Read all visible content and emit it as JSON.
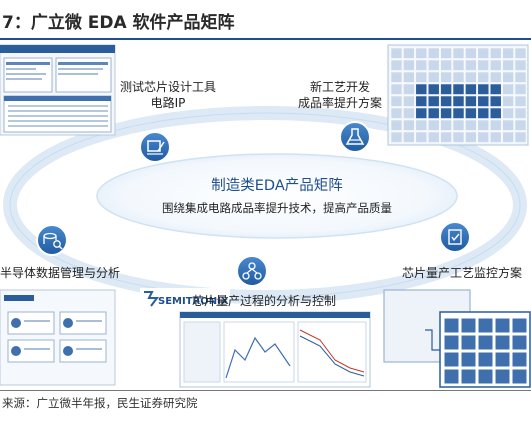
{
  "figure_title": "7：广立微 EDA 软件产品矩阵",
  "center": {
    "title": "制造类EDA产品矩阵",
    "subtitle": "围绕集成电路成品率提升技术，提高产品质量"
  },
  "nodes": [
    {
      "id": "test-chip",
      "label_lines": [
        "测试芯片设计工具",
        "电路IP"
      ],
      "icon": "chip-design-icon"
    },
    {
      "id": "new-process",
      "label_lines": [
        "新工艺开发",
        "成品率提升方案"
      ],
      "icon": "flask-icon"
    },
    {
      "id": "semi-data",
      "label_lines": [
        "半导体数据管理与分析"
      ],
      "icon": "database-search-icon"
    },
    {
      "id": "mass-production-analysis",
      "label_lines": [
        "芯片量产过程的分析与控制"
      ],
      "icon": "network-icon"
    },
    {
      "id": "process-monitor",
      "label_lines": [
        "芯片量产工艺监控方案"
      ],
      "icon": "clipboard-check-icon"
    }
  ],
  "screenshot_texts": {
    "semitronix": "SEMITRONIX"
  },
  "source": "来源：广立微半年报，民生证券研究院",
  "colors": {
    "title_rule": "#1f4e8c",
    "icon_blue": "#2f6db3",
    "ellipse_fill": "#e9f3fb",
    "ellipse_stroke": "#cfe3f4",
    "center_title": "#1f4e8c"
  }
}
